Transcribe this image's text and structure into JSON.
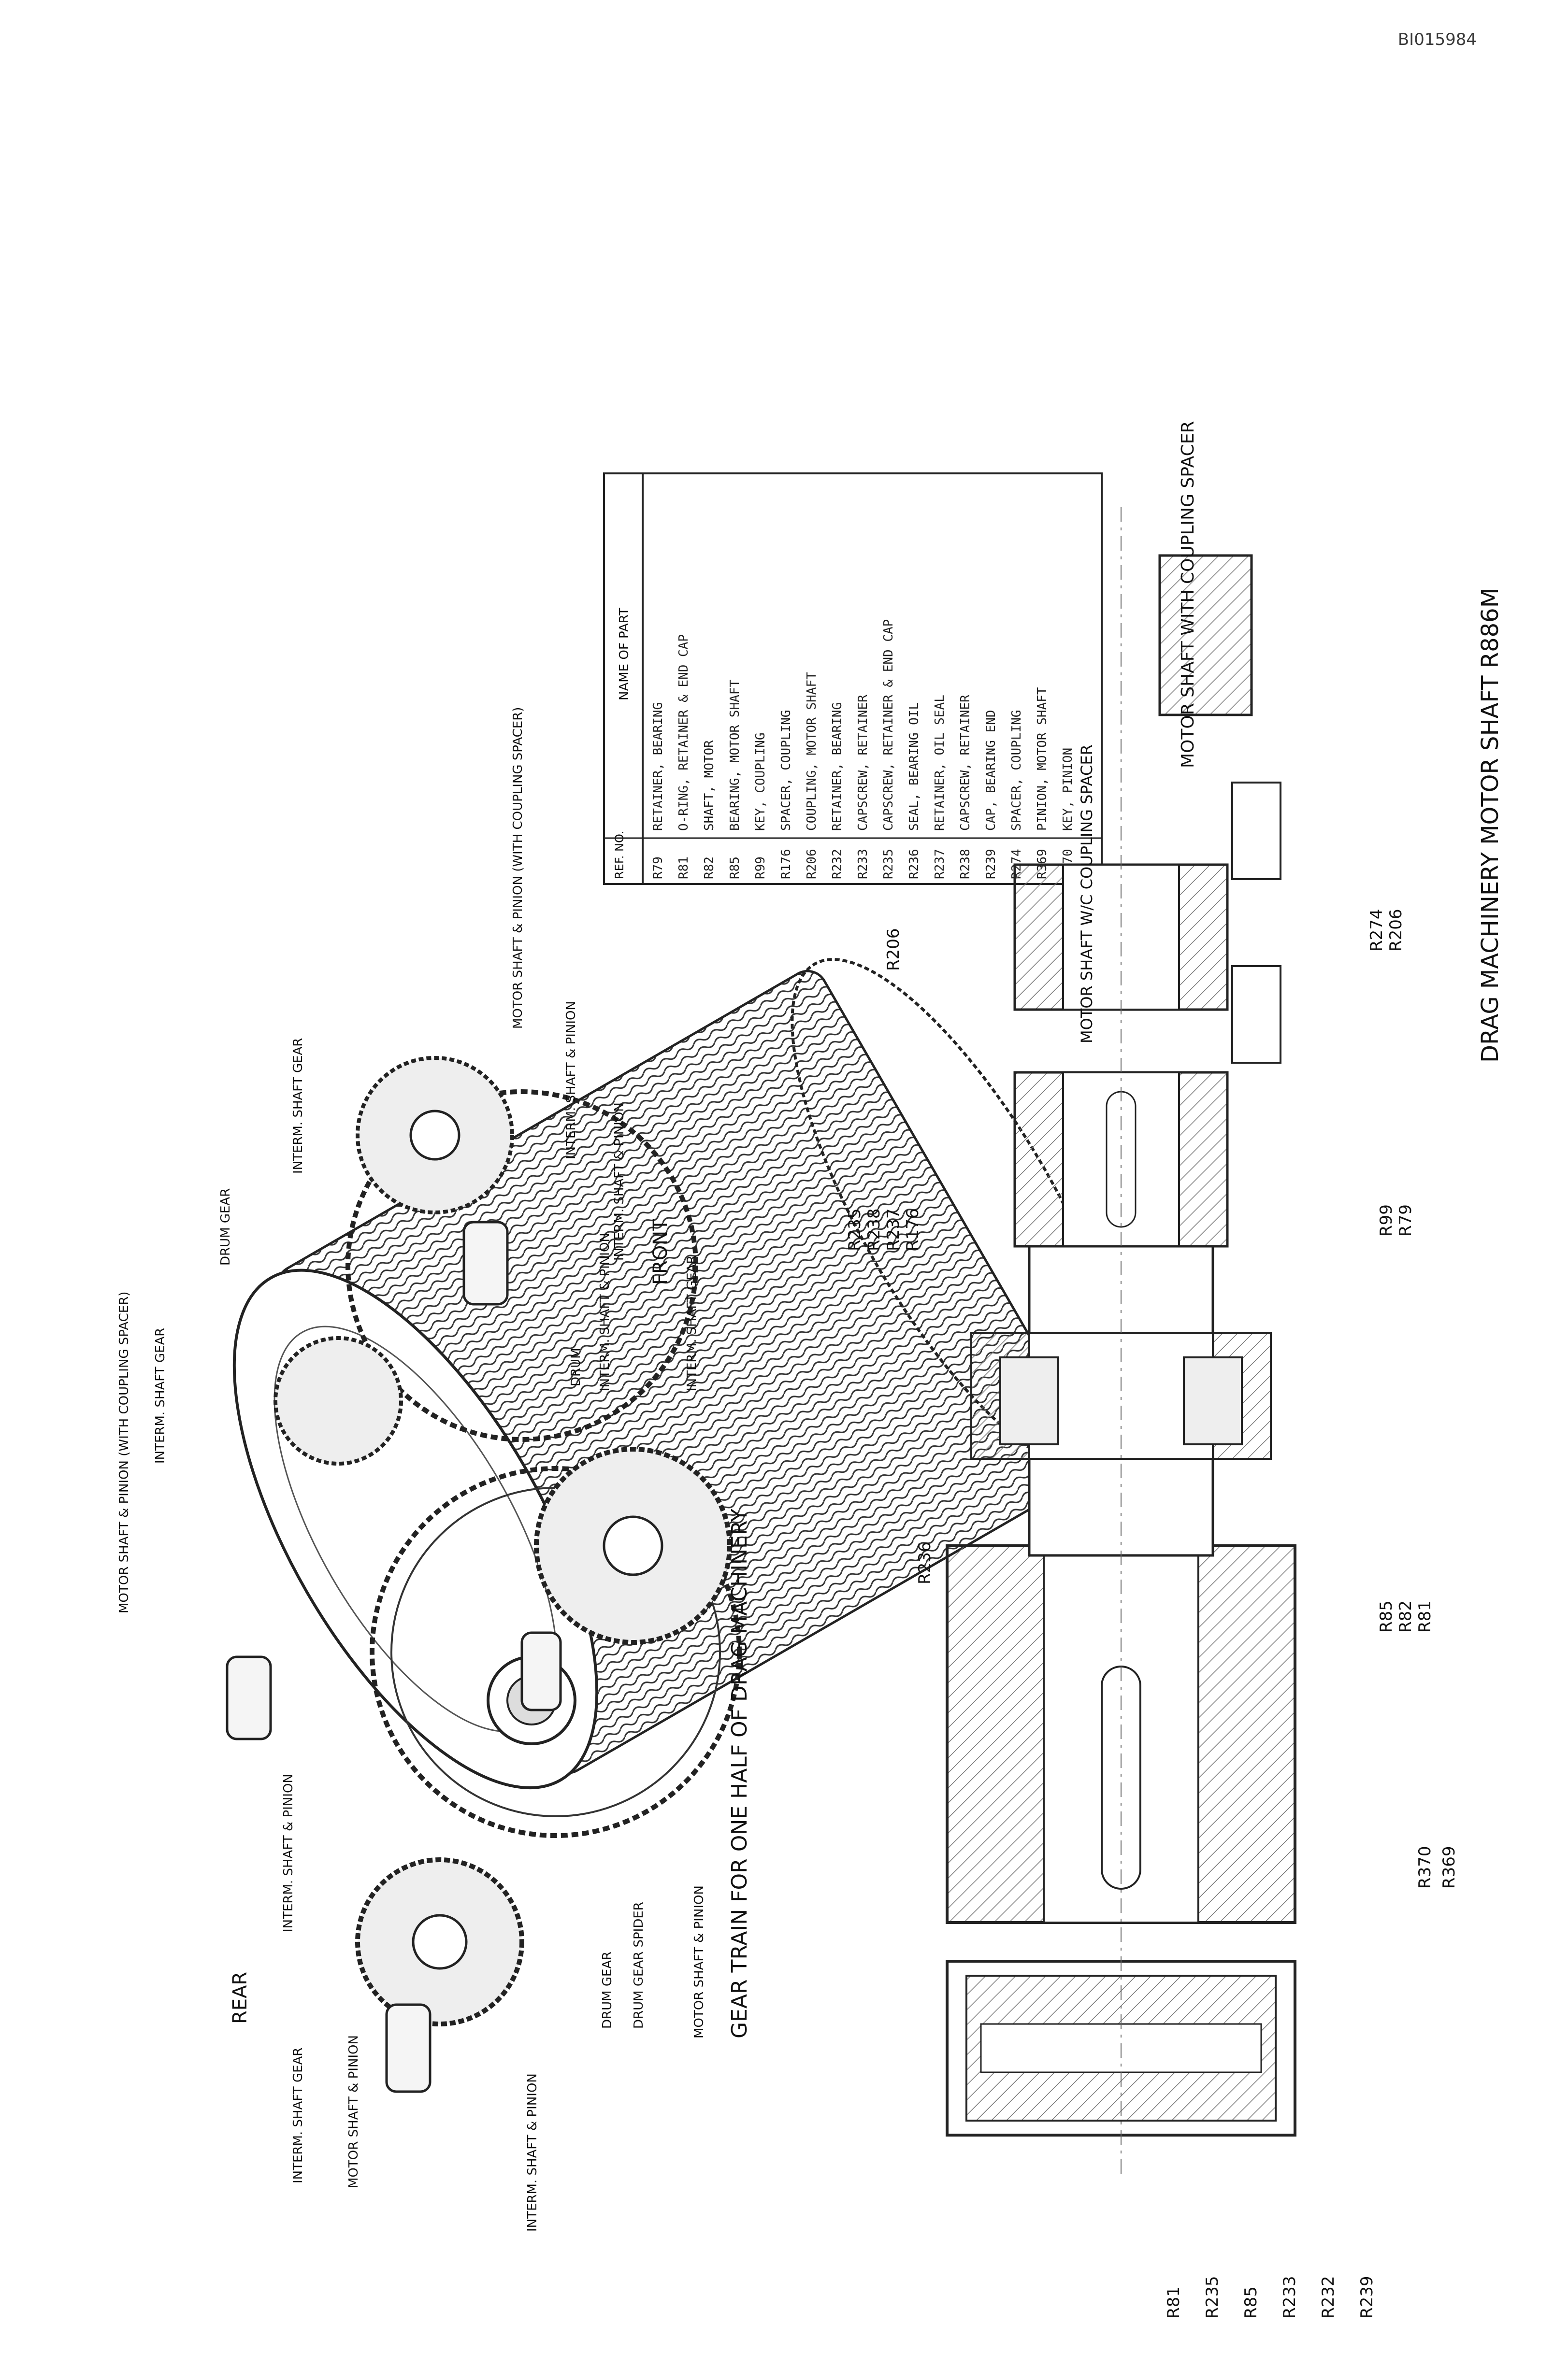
{
  "document_code": "BI015984",
  "sheet_title": "DRAG MACHINERY MOTOR SHAFT R886M",
  "parts_table": {
    "header_ref": "REF. NO.",
    "header_name": "NAME OF PART",
    "rows": [
      {
        "ref": "R79",
        "name": "RETAINER, BEARING"
      },
      {
        "ref": "R81",
        "name": "O-RING, RETAINER & END CAP"
      },
      {
        "ref": "R82",
        "name": "SHAFT, MOTOR"
      },
      {
        "ref": "R85",
        "name": "BEARING, MOTOR SHAFT"
      },
      {
        "ref": "R99",
        "name": "KEY, COUPLING"
      },
      {
        "ref": "R176",
        "name": "SPACER, COUPLING"
      },
      {
        "ref": "R206",
        "name": "COUPLING, MOTOR SHAFT"
      },
      {
        "ref": "R232",
        "name": "RETAINER, BEARING"
      },
      {
        "ref": "R233",
        "name": "CAPSCREW, RETAINER"
      },
      {
        "ref": "R235",
        "name": "CAPSCREW, RETAINER & END CAP"
      },
      {
        "ref": "R236",
        "name": "SEAL, BEARING OIL"
      },
      {
        "ref": "R237",
        "name": "RETAINER, OIL SEAL"
      },
      {
        "ref": "R238",
        "name": "CAPSCREW, RETAINER"
      },
      {
        "ref": "R239",
        "name": "CAP, BEARING END"
      },
      {
        "ref": "R274",
        "name": "SPACER, COUPLING"
      },
      {
        "ref": "R369",
        "name": "PINION, MOTOR SHAFT"
      },
      {
        "ref": "R370",
        "name": "KEY, PINION"
      }
    ]
  },
  "gear_train": {
    "title": "GEAR TRAIN FOR ONE HALF OF DRAG MACHINERY",
    "rear_label": "REAR",
    "front_label": "FRONT",
    "labels": {
      "motor_shaft_pinion_coupling_top": "MOTOR SHAFT & PINION (WITH COUPLING SPACER)",
      "motor_shaft_pinion_coupling_right": "MOTOR SHAFT & PINION (WITH COUPLING SPACER)",
      "interm_shaft_gear_top": "INTERM. SHAFT GEAR",
      "drum_gear_top": "DRUM GEAR",
      "interm_shaft_gear_right": "INTERM. SHAFT GEAR",
      "interm_shaft_pinion_right1": "INTERM. SHAFT & PINION",
      "interm_shaft_pinion_right2": "INTERM. SHAFT & PINION",
      "drum": "DRUM",
      "interm_shaft_pinion_right3": "INTERM. SHAFT & PINION",
      "interm_shaft_gear_bottom": "INTERM. SHAFT GEAR",
      "interm_shaft_pinion_left_top": "INTERM. SHAFT & PINION",
      "interm_shaft_gear_left": "INTERM. SHAFT GEAR",
      "motor_shaft_pinion_left": "MOTOR SHAFT & PINION",
      "interm_shaft_pinion_left_bottom": "INTERM. SHAFT & PINION",
      "drum_gear_bottom": "DRUM GEAR",
      "drum_gear_spider": "DRUM GEAR SPIDER",
      "motor_shaft_pinion_bottom": "MOTOR SHAFT & PINION"
    }
  },
  "section": {
    "callouts_left": [
      "R81",
      "R235",
      "R85",
      "R233",
      "R232",
      "R239"
    ],
    "callouts_top": [
      "R236",
      "R235",
      "R238",
      "R237",
      "R176",
      "R206"
    ],
    "callouts_bottom": [
      "R370",
      "R369",
      "R85",
      "R82",
      "R81",
      "R99",
      "R79",
      "R274",
      "R206"
    ],
    "label_coupling_mid": "MOTOR SHAFT W/C COUPLING SPACER",
    "label_coupling_right": "MOTOR SHAFT WITH COUPLING SPACER"
  }
}
